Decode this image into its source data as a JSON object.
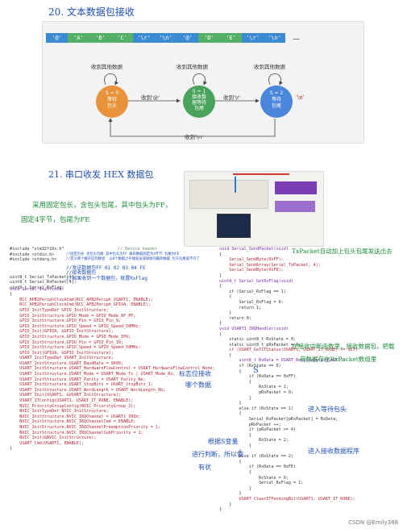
{
  "section1": {
    "title": "20. 文本数据包接收",
    "cells": [
      "'@'",
      "'A'",
      "'B'",
      "'C'",
      "'\\r'",
      "'\\n'",
      "'@'",
      "'D'",
      "'E'",
      "'\\r'",
      "'\\n'",
      "……"
    ],
    "states": [
      {
        "line1": "S = 0",
        "line2": "等待",
        "line3": "包头",
        "color": "#e8923a"
      },
      {
        "line1": "S = 1",
        "line2": "接收数",
        "line3": "据等待",
        "line4": "包尾",
        "color": "#4aa35a"
      },
      {
        "line1": "S = 2",
        "line2": "等待",
        "line3": "包尾",
        "color": "#4a86d9"
      }
    ],
    "above_labels": [
      "收到其他数据",
      "收到其他数据",
      "收到其他数据"
    ],
    "arrow1": "收到'@'",
    "arrow2": "收到'\\r'",
    "arrow2_note": "'\\n'",
    "bottom_arrow": "收到'\\n'"
  },
  "section2": {
    "title": "21. 串口收发 HEX 数据包",
    "note1": "采用固定包长，含包头包尾，其中包头为FF，",
    "note2": "固定4字节，包尾为FE"
  },
  "code_left": {
    "includes": [
      "#include \"stm32f10x.h\"",
      "#include <stdio.h>",
      "#include <stdarg.h>"
    ],
    "device_header": "// Device header",
    "hand_note1": "//固定包长 含包头包尾 其中包头为FF 载荷数据固定为4字节 包尾为FE",
    "hand_note2": "//定义两个缓存区的数组  以8个数据之存储发送或接收的载荷数据 包头包尾就不存了",
    "decl1": "uint8_t Serial_TxPacket[4];",
    "decl1_cm": "//发送数据包FF 01 02 03 04 FE",
    "decl2": "uint8_t Serial_RxPacket[4];",
    "decl2_cm": "//接收数据包",
    "decl3": "uint8_t Serial_RxFlag;",
    "decl3_cm": "//如果收到一个数据包，就置RxFlag",
    "body": [
      "void Serial_Init(void)",
      "{",
      "    RCC_APB2PeriphClockCmd(RCC_APB2Periph_USART1, ENABLE);",
      "    RCC_APB2PeriphClockCmd(RCC_APB2Periph_GPIOA, ENABLE);",
      "",
      "    GPIO_InitTypeDef GPIO_InitStructure;",
      "    GPIO_InitStructure.GPIO_Mode = GPIO_Mode_AF_PP;",
      "    GPIO_InitStructure.GPIO_Pin = GPIO_Pin_9;",
      "    GPIO_InitStructure.GPIO_Speed = GPIO_Speed_50MHz;",
      "    GPIO_Init(GPIOA, &GPIO_InitStructure);",
      "",
      "    GPIO_InitStructure.GPIO_Mode = GPIO_Mode_IPU;",
      "    GPIO_InitStructure.GPIO_Pin = GPIO_Pin_10;",
      "    GPIO_InitStructure.GPIO_Speed = GPIO_Speed_50MHz;",
      "    GPIO_Init(GPIOA, &GPIO_InitStructure);",
      "",
      "    USART_InitTypeDef USART_InitStructure;",
      "    USART_InitStructure.USART_BaudRate = 9600;",
      "    USART_InitStructure.USART_HardwareFlowControl = USART_HardwareFlowControl_None;",
      "    USART_InitStructure.USART_Mode = USART_Mode_Tx | USART_Mode_Rx;",
      "    USART_InitStructure.USART_Parity = USART_Parity_No;",
      "    USART_InitStructure.USART_StopBits = USART_StopBits_1;",
      "    USART_InitStructure.USART_WordLength = USART_WordLength_8b;",
      "    USART_Init(USART1, &USART_InitStructure);",
      "",
      "    USART_ITConfig(USART1, USART_IT_RXNE, ENABLE);",
      "",
      "    NVIC_PriorityGroupConfig(NVIC_PriorityGroup_2);",
      "",
      "    NVIC_InitTypeDef NVIC_InitStructure;",
      "    NVIC_InitStructure.NVIC_IRQChannel = USART1_IRQn;",
      "    NVIC_InitStructure.NVIC_IRQChannelCmd = ENABLE;",
      "    NVIC_InitStructure.NVIC_IRQChannelPreemptionPriority = 1;",
      "    NVIC_InitStructure.NVIC_IRQChannelSubPriority = 1;",
      "    NVIC_Init(&NVIC_InitStructure);",
      "",
      "    USART_Cmd(USART1, ENABLE);",
      "}"
    ]
  },
  "code_right": {
    "lines": [
      "void Serial_SendPacket(void)",
      "{",
      "    Serial_SendByte(0xFF);",
      "    Serial_SendArray(Serial_TxPacket, 4);",
      "    Serial_SendByte(0xFE);",
      "}",
      "",
      "uint8_t Serial_GetRxFlag(void)",
      "{",
      "    if (Serial_RxFlag == 1)",
      "    {",
      "        Serial_RxFlag = 0;",
      "        return 1;",
      "    }",
      "    return 0;",
      "}",
      "",
      "void USART1_IRQHandler(void)",
      "{",
      "    static uint8_t RxState = 0;",
      "    static uint8_t pRxPacket = 0;",
      "    if (USART_GetITStatus(USART1, USART_IT_RXNE) == SET)",
      "    {",
      "        uint8_t RxData = USART_ReceiveData(USART1);",
      "        if (RxState == 0)",
      "        {",
      "            if (RxData == 0xFF)",
      "            {",
      "                RxState = 1;",
      "                pRxPacket = 0;",
      "            }",
      "        }",
      "        else if (RxState == 1)",
      "        {",
      "            Serial_RxPacket[pRxPacket] = RxData;",
      "            pRxPacket ++;",
      "            if (pRxPacket >= 4)",
      "            {",
      "                RxState = 2;",
      "            }",
      "        }",
      "        else if (RxState == 2)",
      "        {",
      "            if (RxData == 0xFE)",
      "            {",
      "                RxState = 0;",
      "                Serial_RxFlag = 1;",
      "            }",
      "        }",
      "        USART_ClearITPendingBit(USART1, USART_IT_RXNE);",
      "    }",
      "}"
    ]
  },
  "annotations": {
    "txpacket_note": "TxPacket自动加上包头包尾发送出去",
    "rx_note1": "在接收中断函数里，接收数据包，把载",
    "rx_note2": "荷数据存在RxPacket数组里",
    "left_note1": "标志位接收",
    "left_note2": "哪个数据",
    "mid_note": "进入等待包头",
    "mid_note2": "进入接收数据程序",
    "var_note1": "根据S变量",
    "var_note2": "进行判断，所以我",
    "var_note3": "有状",
    "s_mark": "S"
  },
  "watermark": "CSDN @Emily388"
}
